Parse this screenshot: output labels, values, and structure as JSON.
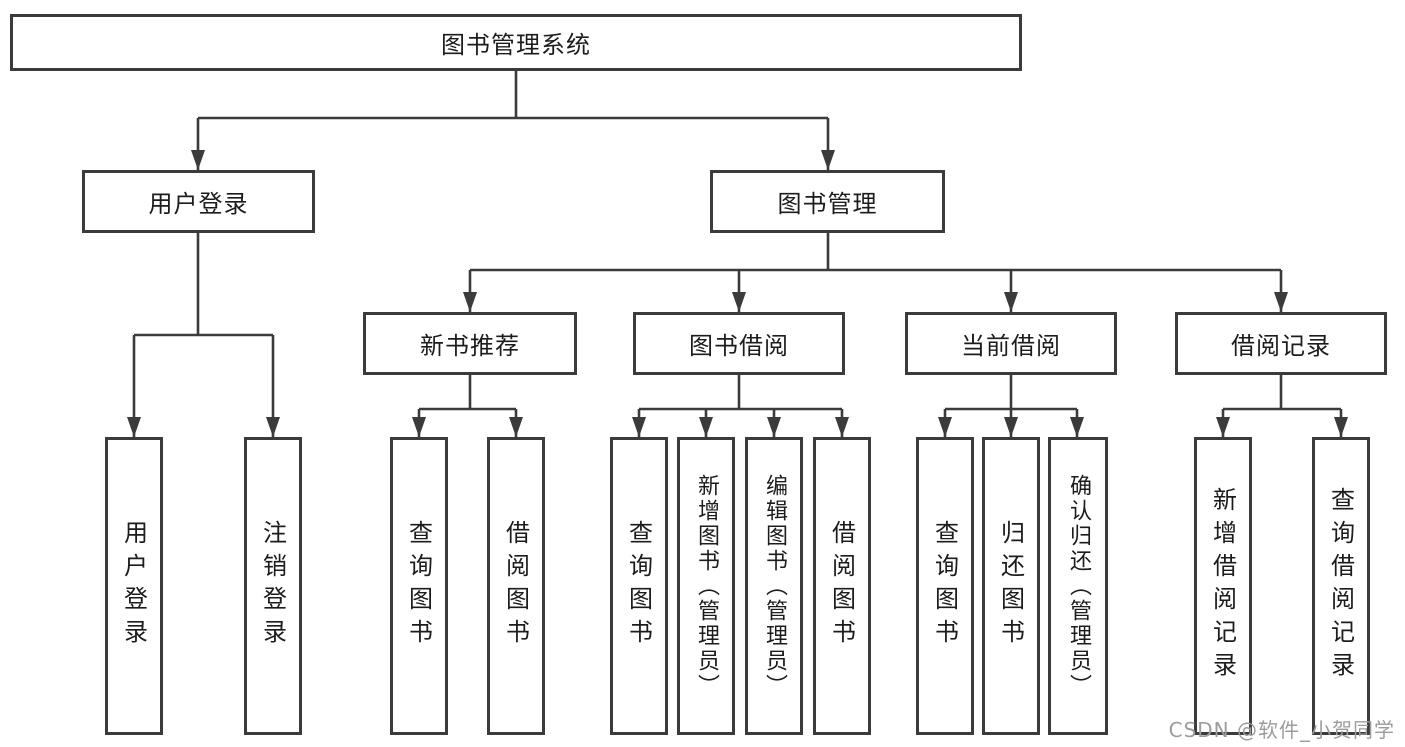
{
  "colors": {
    "line": "#3b3b3b",
    "text": "#1c1c1c",
    "watermark": "#9c9c9c",
    "background": "#ffffff"
  },
  "watermark": "CSDN @软件_小贺同学",
  "tree": {
    "label": "图书管理系统",
    "children": [
      {
        "label": "用户登录",
        "children": [
          {
            "label": "用户登录"
          },
          {
            "label": "注销登录"
          }
        ]
      },
      {
        "label": "图书管理",
        "children": [
          {
            "label": "新书推荐",
            "children": [
              {
                "label": "查询图书"
              },
              {
                "label": "借阅图书"
              }
            ]
          },
          {
            "label": "图书借阅",
            "children": [
              {
                "label": "查询图书"
              },
              {
                "label": "新增图书（管理员）"
              },
              {
                "label": "编辑图书（管理员）"
              },
              {
                "label": "借阅图书"
              }
            ]
          },
          {
            "label": "当前借阅",
            "children": [
              {
                "label": "查询图书"
              },
              {
                "label": "归还图书"
              },
              {
                "label": "确认归还（管理员）"
              }
            ]
          },
          {
            "label": "借阅记录",
            "children": [
              {
                "label": "新增借阅记录"
              },
              {
                "label": "查询借阅记录"
              }
            ]
          }
        ]
      }
    ]
  }
}
